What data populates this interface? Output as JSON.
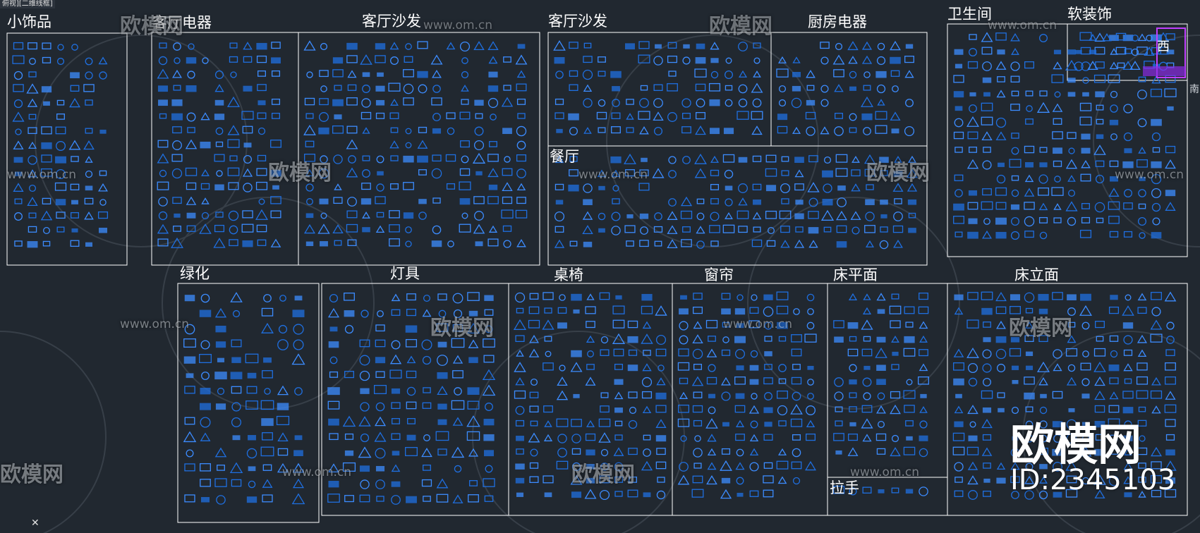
{
  "viewport": {
    "tab_label": "俯视][二维线框]"
  },
  "colors": {
    "background": "#212830",
    "frame": "#ffffff",
    "block": "#1f6fe0",
    "block_light": "#3c8cff",
    "watermark": "#c9ced6"
  },
  "watermark": {
    "brand": "欧模网",
    "site": "www.om.cn"
  },
  "brand_stamp": {
    "logo": "欧模网",
    "id_text": "ID:2345103"
  },
  "sections": [
    {
      "key": "small-decor",
      "label": "小饰品"
    },
    {
      "key": "living-appliance",
      "label": "客厅电器"
    },
    {
      "key": "living-sofa-1",
      "label": "客厅沙发"
    },
    {
      "key": "living-sofa-2",
      "label": "客厅沙发"
    },
    {
      "key": "kitchen-appliance",
      "label": "厨房电器"
    },
    {
      "key": "bathroom",
      "label": "卫生间"
    },
    {
      "key": "soft-furnishing",
      "label": "软装饰"
    },
    {
      "key": "dining",
      "label": "餐厅"
    },
    {
      "key": "greenery",
      "label": "绿化"
    },
    {
      "key": "lamps",
      "label": "灯具"
    },
    {
      "key": "tables-chairs",
      "label": "桌椅"
    },
    {
      "key": "curtains",
      "label": "窗帘"
    },
    {
      "key": "bed-plan",
      "label": "床平面"
    },
    {
      "key": "handles",
      "label": "拉手"
    },
    {
      "key": "bed-elevation",
      "label": "床立面"
    }
  ],
  "partial_labels": {
    "west": "西",
    "right_edge": "南"
  }
}
